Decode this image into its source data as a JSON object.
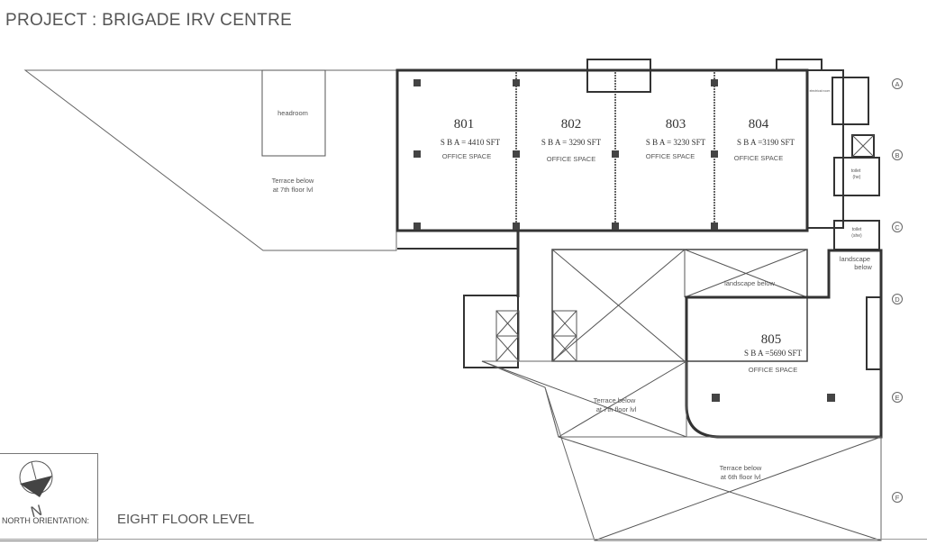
{
  "project_title": "PROJECT : BRIGADE IRV CENTRE",
  "floor_label": "EIGHT FLOOR LEVEL",
  "north_label": "NORTH ORIENTATION:",
  "north_letter": "N",
  "units": [
    {
      "number": "801",
      "sba": "S B A = 4410 SFT",
      "use": "OFFICE SPACE"
    },
    {
      "number": "802",
      "sba": "S B A = 3290 SFT",
      "use": "OFFICE SPACE"
    },
    {
      "number": "803",
      "sba": "S B A = 3230 SFT",
      "use": "OFFICE SPACE"
    },
    {
      "number": "804",
      "sba": "S B A =3190 SFT",
      "use": "OFFICE SPACE"
    },
    {
      "number": "805",
      "sba": "S B A =5690 SFT",
      "use": "OFFICE SPACE"
    }
  ],
  "annotations": {
    "headroom": "headroom",
    "terrace_7th_left_1": "Terrace below",
    "terrace_7th_left_2": "at 7th floor lvl",
    "terrace_7th_mid_1": "Terrace below",
    "terrace_7th_mid_2": "at 7th floor lvl",
    "terrace_6th_1": "Terrace below",
    "terrace_6th_2": "at 6th floor lvl",
    "landscape_below_mid": "landscape below",
    "landscape_right_1": "landscape",
    "landscape_right_2": "below",
    "toilet_he_1": "toilet",
    "toilet_he_2": "(he)",
    "toilet_she_1": "toilet",
    "toilet_she_2": "(she)",
    "electrical_room": "electrical room"
  },
  "grid_lines": [
    "A",
    "B",
    "C",
    "D",
    "E",
    "F"
  ]
}
